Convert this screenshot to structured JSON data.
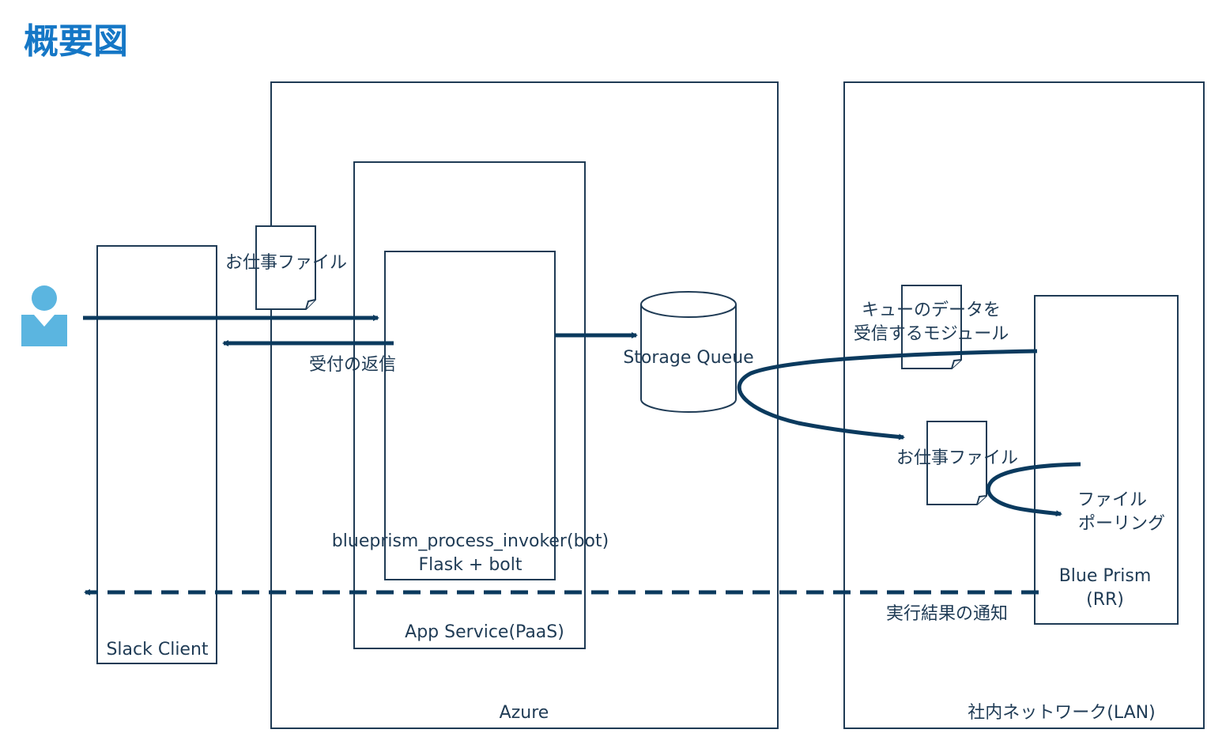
{
  "title": "概要図",
  "colors": {
    "title": "#1577c6",
    "line": "#1f3b55",
    "arrow": "#0b3a5e",
    "user_icon": "#5bb5e0"
  },
  "containers": {
    "azure": "Azure",
    "lan": "社内ネットワーク(LAN)",
    "app_service": "App Service(PaaS)",
    "slack_client": "Slack Client"
  },
  "components": {
    "bot_line1": "blueprism_process_invoker(bot)",
    "bot_line2": "Flask + bolt",
    "storage_queue": "Storage Queue",
    "queue_module_line1": "キューのデータを",
    "queue_module_line2": "受信するモジュール",
    "blue_prism_line1": "Blue Prism",
    "blue_prism_line2": "(RR)"
  },
  "documents": {
    "job_file_top": "お仕事ファイル",
    "job_file_lan": "お仕事ファイル"
  },
  "flows": {
    "reply": "受付の返信",
    "polling_line1": "ファイル",
    "polling_line2": "ポーリング",
    "result_notice": "実行結果の通知"
  },
  "icons": {
    "user": "user-icon",
    "document": "document-icon",
    "database": "database-icon"
  }
}
